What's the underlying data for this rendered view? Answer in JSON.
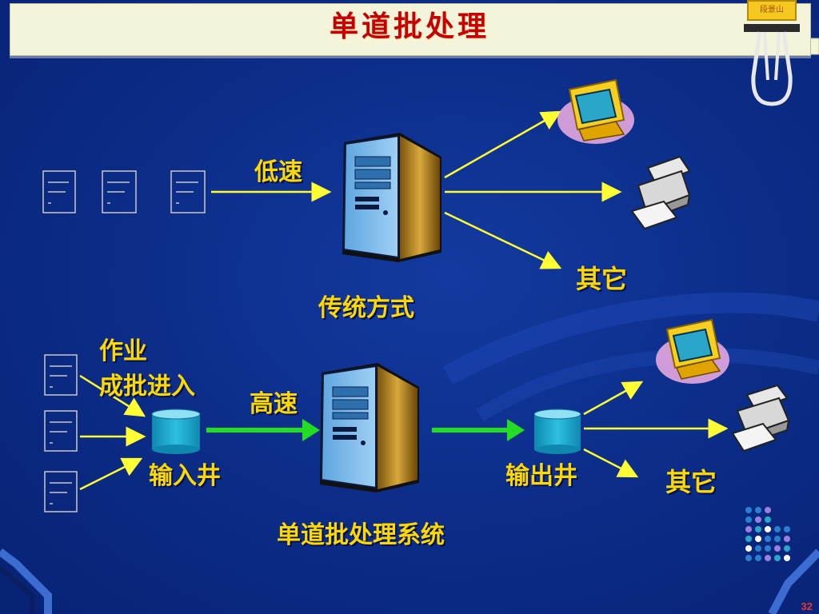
{
  "title": "单道批处理",
  "clip_label": "段景山",
  "top_diagram": {
    "speed_label": "低速",
    "other_label": "其它",
    "caption": "传统方式"
  },
  "bottom_diagram": {
    "job_label_line1": "作业",
    "job_label_line2": "成批进入",
    "speed_label": "高速",
    "input_well_label": "输入井",
    "output_well_label": "输出井",
    "other_label": "其它",
    "caption": "单道批处理系统"
  },
  "page_number": "32",
  "colors": {
    "background": "#0b2c86",
    "label": "#ffd800",
    "title": "#c40000",
    "arrow_yellow": "#ffff33",
    "arrow_green": "#22dd22",
    "well": "#19a4c8"
  }
}
